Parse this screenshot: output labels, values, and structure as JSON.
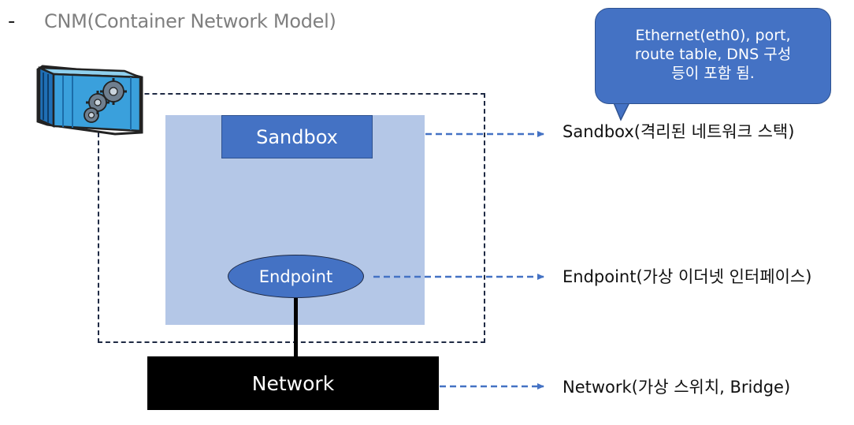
{
  "heading": {
    "bullet": "-",
    "title": "CNM(Container Network Model)"
  },
  "diagram": {
    "sandbox_label": "Sandbox",
    "endpoint_label": "Endpoint",
    "network_label": "Network",
    "container_icon": "shipping-container-gears-icon"
  },
  "callout": {
    "line1": "Ethernet(eth0), port,",
    "line2": "route table, DNS 구성",
    "line3": "등이 포함 됨."
  },
  "annotations": {
    "sandbox": "Sandbox(격리된 네트워크 스택)",
    "endpoint": "Endpoint(가상 이더넷 인터페이스)",
    "network": "Network(가상 스위치, Bridge)"
  },
  "colors": {
    "blue": "#4472c4",
    "light_blue": "#b4c7e7",
    "arrow": "#4472c4",
    "heading_gray": "#7f7f7f"
  }
}
